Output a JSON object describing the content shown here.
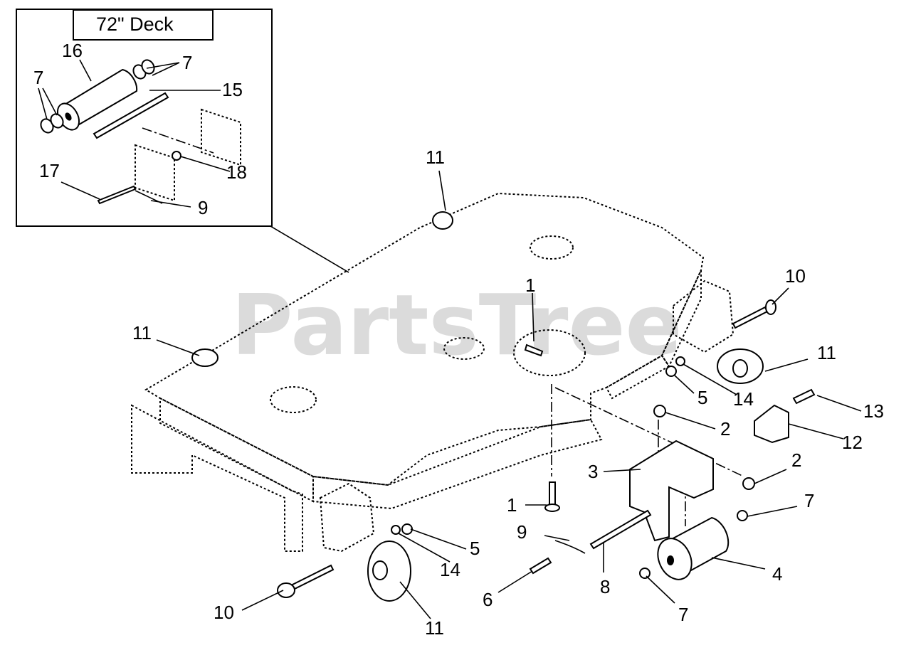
{
  "inset": {
    "title": "72\" Deck"
  },
  "watermark": "PartsTree",
  "callouts": {
    "c16": "16",
    "c7a": "7",
    "c7b": "7",
    "c15": "15",
    "c18": "18",
    "c17": "17",
    "c9a": "9",
    "c11a": "11",
    "c11b": "11",
    "c11c": "11",
    "c11d": "11",
    "c10a": "10",
    "c10b": "10",
    "c1a": "1",
    "c1b": "1",
    "c5a": "5",
    "c5b": "5",
    "c14a": "14",
    "c14b": "14",
    "c13": "13",
    "c12": "12",
    "c2a": "2",
    "c2b": "2",
    "c3": "3",
    "c9b": "9",
    "c7c": "7",
    "c7d": "7",
    "c4": "4",
    "c8": "8",
    "c6": "6"
  }
}
